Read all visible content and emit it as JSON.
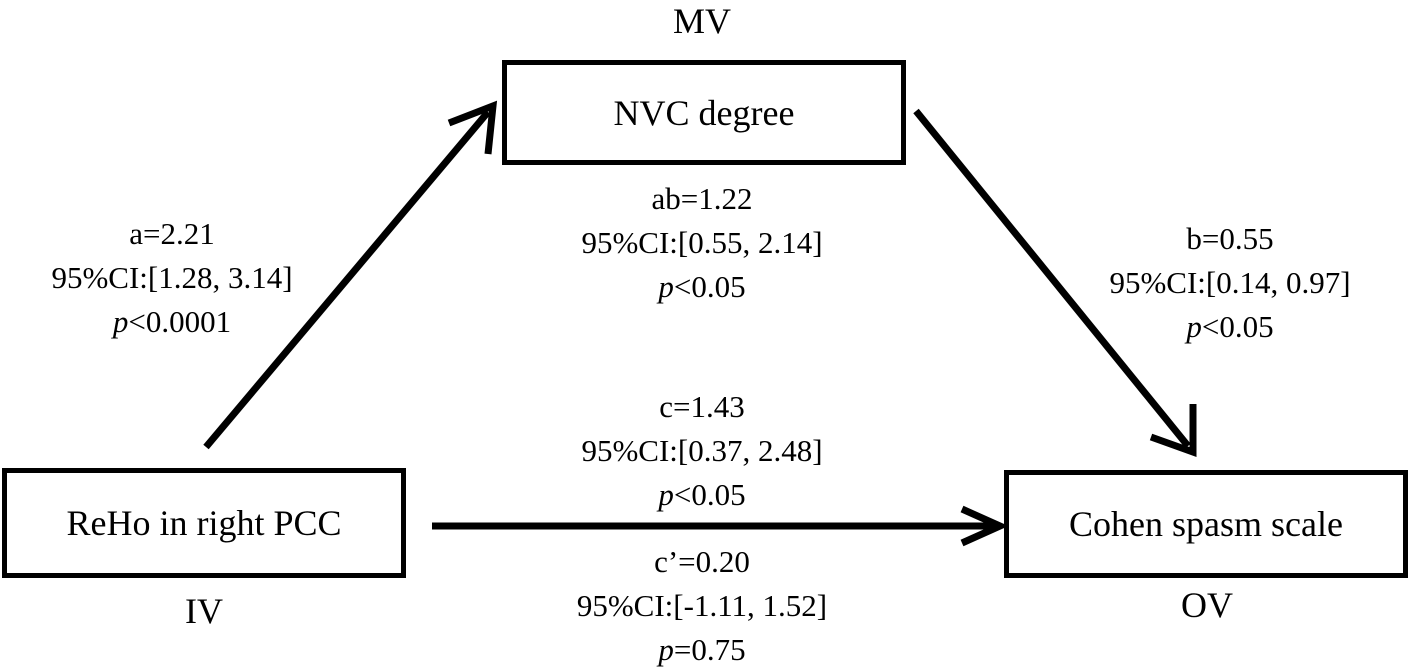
{
  "nodes": {
    "mediator": {
      "label": "NVC degree",
      "role": "MV"
    },
    "independent": {
      "label": "ReHo in  right PCC",
      "role": "IV"
    },
    "outcome": {
      "label": "Cohen spasm scale",
      "role": "OV"
    }
  },
  "paths": {
    "a": {
      "coef": "a=2.21",
      "ci": "95%CI:[1.28, 3.14]",
      "p_symbol": "p",
      "p_value": "<0.0001"
    },
    "ab": {
      "coef": "ab=1.22",
      "ci": "95%CI:[0.55, 2.14]",
      "p_symbol": "p",
      "p_value": "<0.05"
    },
    "b": {
      "coef": "b=0.55",
      "ci": "95%CI:[0.14, 0.97]",
      "p_symbol": "p",
      "p_value": "<0.05"
    },
    "c": {
      "coef": "c=1.43",
      "ci": "95%CI:[0.37, 2.48]",
      "p_symbol": "p",
      "p_value": "<0.05"
    },
    "c_prime": {
      "coef": "c’=0.20",
      "ci": "95%CI:[-1.11, 1.52]",
      "p_symbol": "p",
      "p_value": "=0.75"
    }
  }
}
